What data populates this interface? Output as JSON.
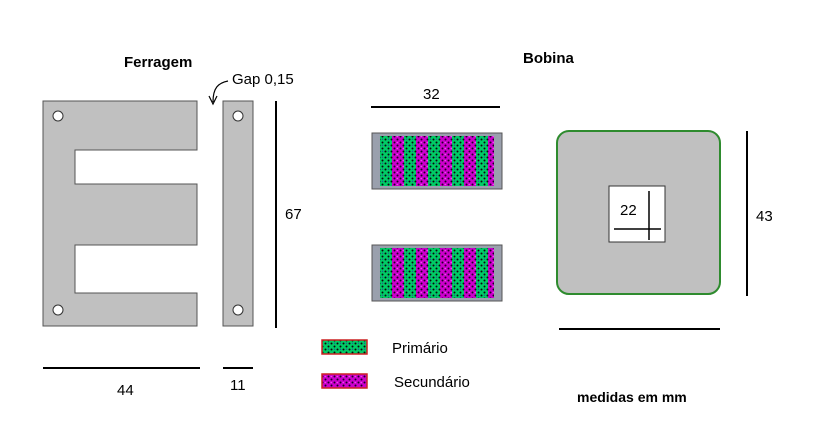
{
  "titles": {
    "ferragem": "Ferragem",
    "bobina": "Bobina"
  },
  "gap": {
    "label": "Gap 0,15"
  },
  "dimensions": {
    "e_width": "44",
    "i_width": "11",
    "height": "67",
    "coil_width": "32",
    "coil_depth": "43",
    "window": "22"
  },
  "legend": {
    "primary": "Primário",
    "secondary": "Secundário"
  },
  "units_note": "medidas em mm",
  "colors": {
    "iron": "#c0c0c0",
    "outline": "#555555",
    "primary_base": "#00cc66",
    "primary_dots": "#0a0a0a",
    "secondary_base": "#cc00cc",
    "secondary_dots": "#1a0022",
    "bobbin_frame": "#9aa0ad",
    "bobbin_outline": "#2e8b2e",
    "legend_border": "#cc2222"
  }
}
